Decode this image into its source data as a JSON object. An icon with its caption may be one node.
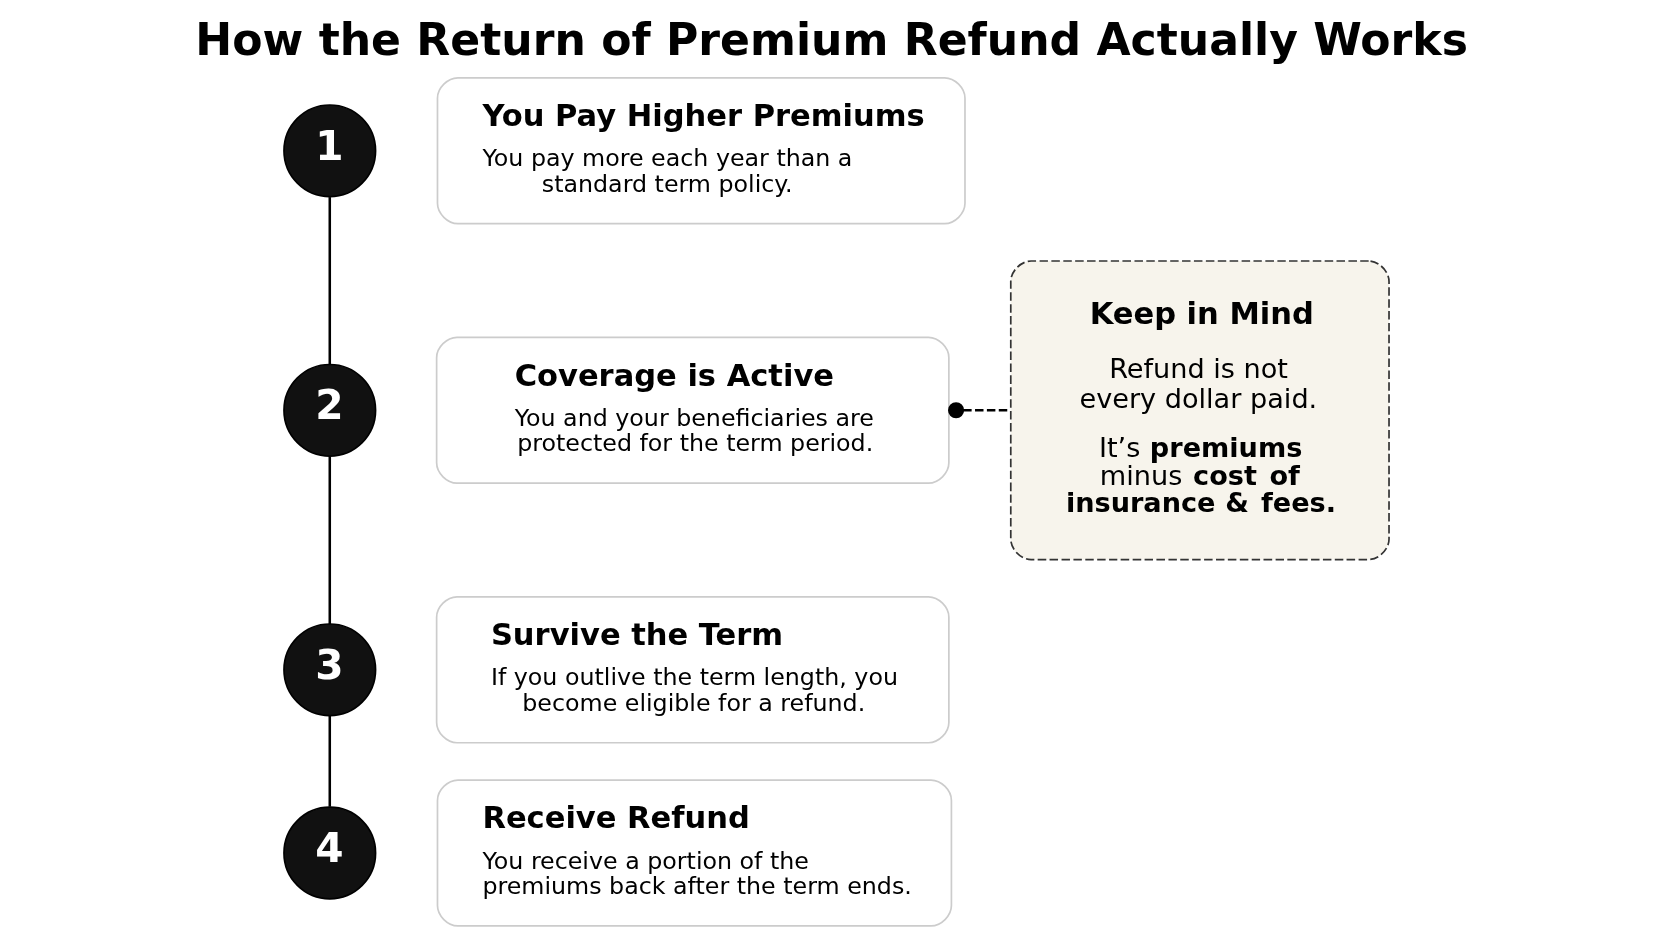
{
  "diagram": {
    "title": "How the Return of Premium Refund Actually Works",
    "nodes": [
      {
        "text": [
          "1"
        ]
      },
      {
        "text": [
          "You Pay Higher Premiums",
          "You pay more each year than a standard term policy."
        ]
      },
      {
        "text": [
          "2"
        ]
      },
      {
        "text": [
          "Coverage is Active",
          "You and your beneficiaries are protected for the term period."
        ]
      },
      {
        "text": [
          "3"
        ]
      },
      {
        "text": [
          "Survive the Term",
          "If you outlive the term length, you become eligible for a refund."
        ]
      },
      {
        "text": [
          "4"
        ]
      },
      {
        "text": [
          "Receive Refund",
          "You receive a portion of the premiums back after the term ends."
        ]
      },
      {
        "text": [
          "Keep in Mind",
          "Refund is not every dollar paid.",
          "It’s **premiums** minus **cost of insurance & fees.**"
        ]
      }
    ],
    "edges": [
      {
        "from": 0,
        "to": 2,
        "arrow": "none"
      },
      {
        "from": 2,
        "to": 4,
        "arrow": "none"
      },
      {
        "from": 4,
        "to": 6,
        "arrow": "none"
      },
      {
        "from": 3,
        "to": 8,
        "arrow": "other",
        "style": "dashed"
      }
    ]
  }
}
